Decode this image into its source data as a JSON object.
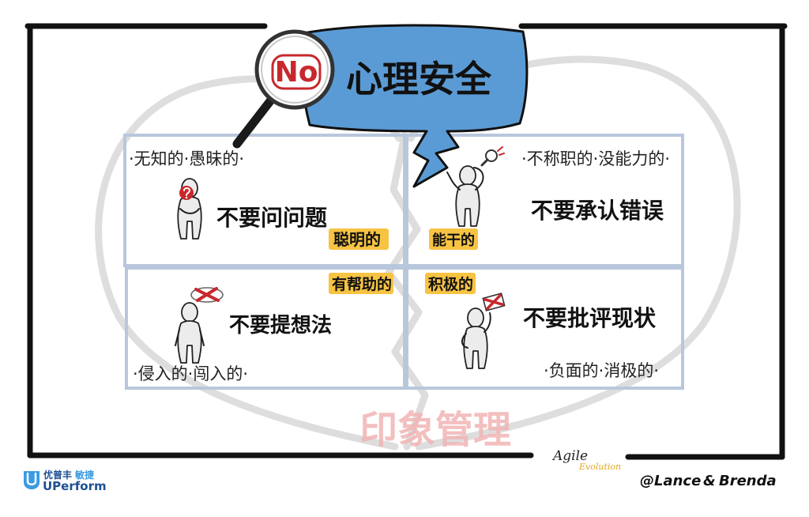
{
  "title": {
    "badge": "No",
    "text": "心理安全"
  },
  "quadrants": [
    {
      "perception": "·无知的·愚昧的·",
      "behavior": "不要问问题",
      "desired": "聪明的"
    },
    {
      "perception": "·不称职的·没能力的·",
      "behavior": "不要承认错误",
      "desired": "能干的"
    },
    {
      "perception": "·侵入的·闯入的·",
      "behavior": "不要提想法",
      "desired": "有帮助的"
    },
    {
      "perception": "·负面的·消极的·",
      "behavior": "不要批评现状",
      "desired": "积极的"
    }
  ],
  "watermark": "印象管理",
  "footer": {
    "brand_cn": "优普丰",
    "brand_cn_accent": "敏捷",
    "brand_en": "UPerform",
    "agile": "Agile",
    "evolution": "Evolution",
    "credit_at": "@Lance",
    "credit_amp": "&",
    "credit_name": "Brenda"
  },
  "colors": {
    "bubble": "#5b9bd5",
    "no_red": "#c8282d",
    "tag_yellow": "#f6c343",
    "watermark_pink": "#f2b4b4",
    "grid_blue": "#b9c7dd",
    "heart_gray": "#d8d8d8",
    "brand_blue": "#1d4f91",
    "brand_light_blue": "#3b9ae1",
    "credit_orange": "#e87a1c",
    "evolution_gold": "#e3a920"
  },
  "icons": [
    "magnifier-icon",
    "question-mark-icon",
    "cross-cloud-icon",
    "cross-card-icon",
    "uperform-logo-icon"
  ]
}
